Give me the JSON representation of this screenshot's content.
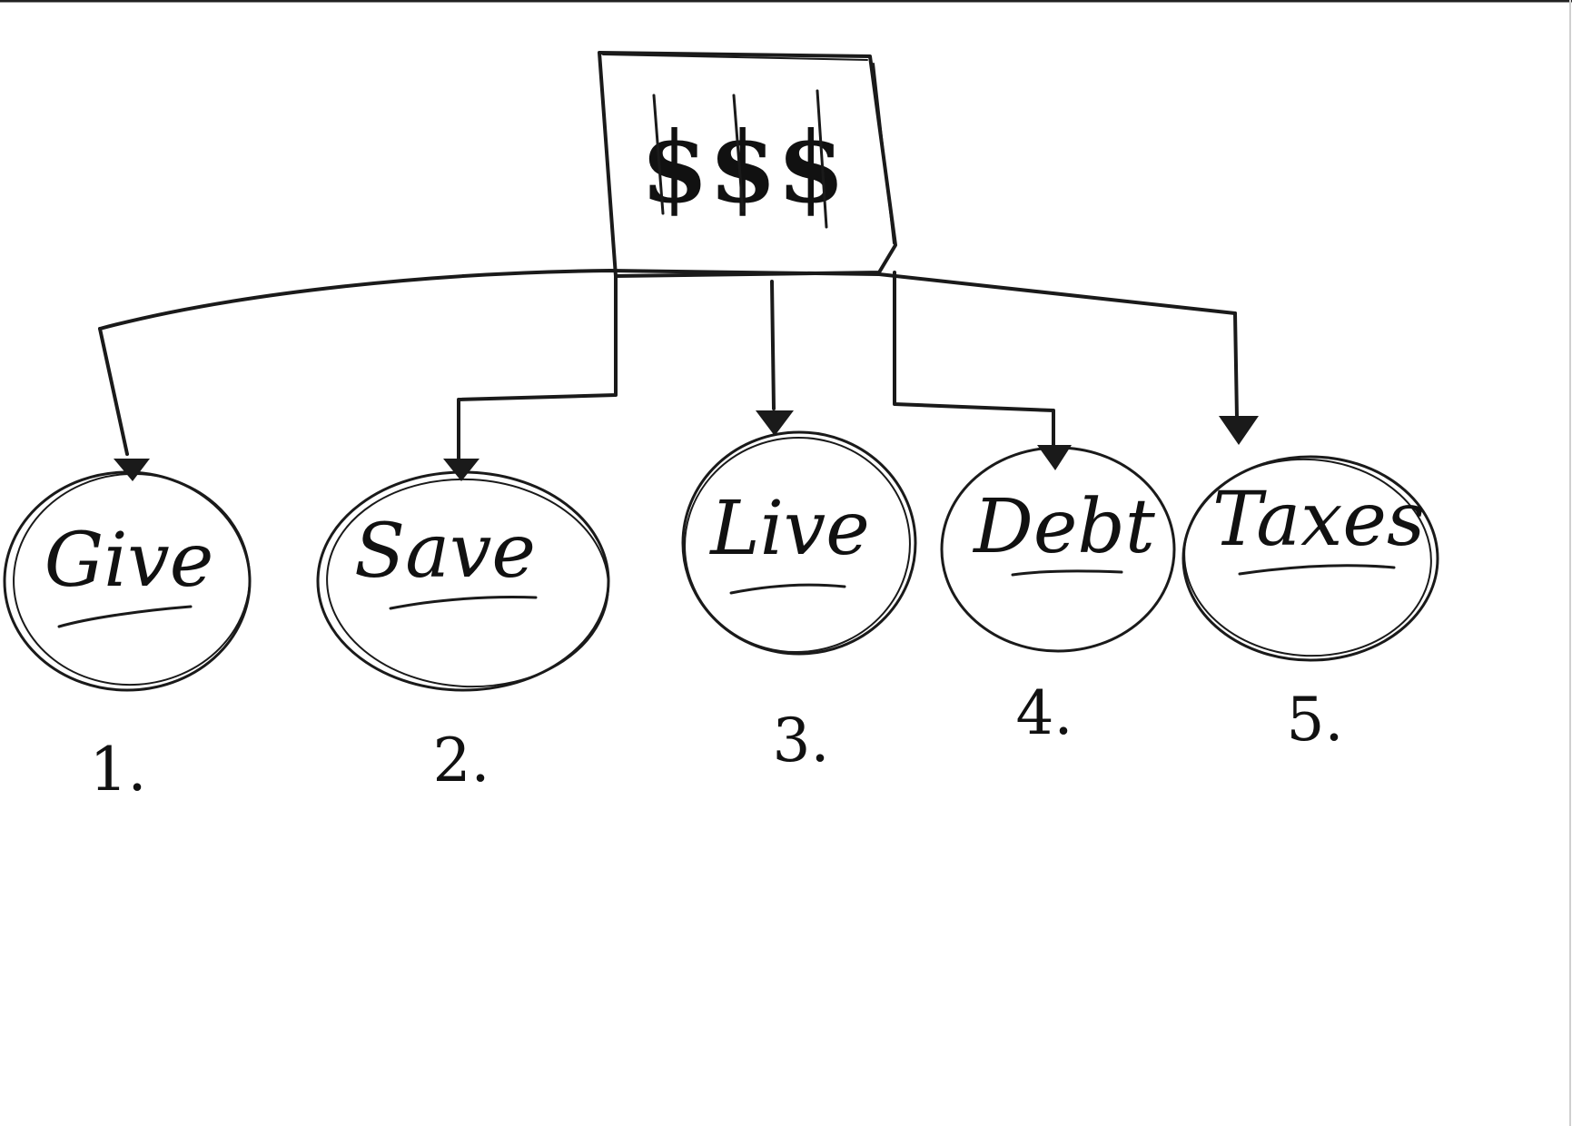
{
  "diagram": {
    "top_box": {
      "label": "$$$"
    },
    "branches": [
      {
        "word": "Give",
        "number": "1."
      },
      {
        "word": "Save",
        "number": "2."
      },
      {
        "word": "Live",
        "number": "3."
      },
      {
        "word": "Debt",
        "number": "4."
      },
      {
        "word": "Taxes",
        "number": "5."
      }
    ],
    "colors": {
      "ink": "#1a1a1a",
      "paper": "#ffffff"
    }
  }
}
